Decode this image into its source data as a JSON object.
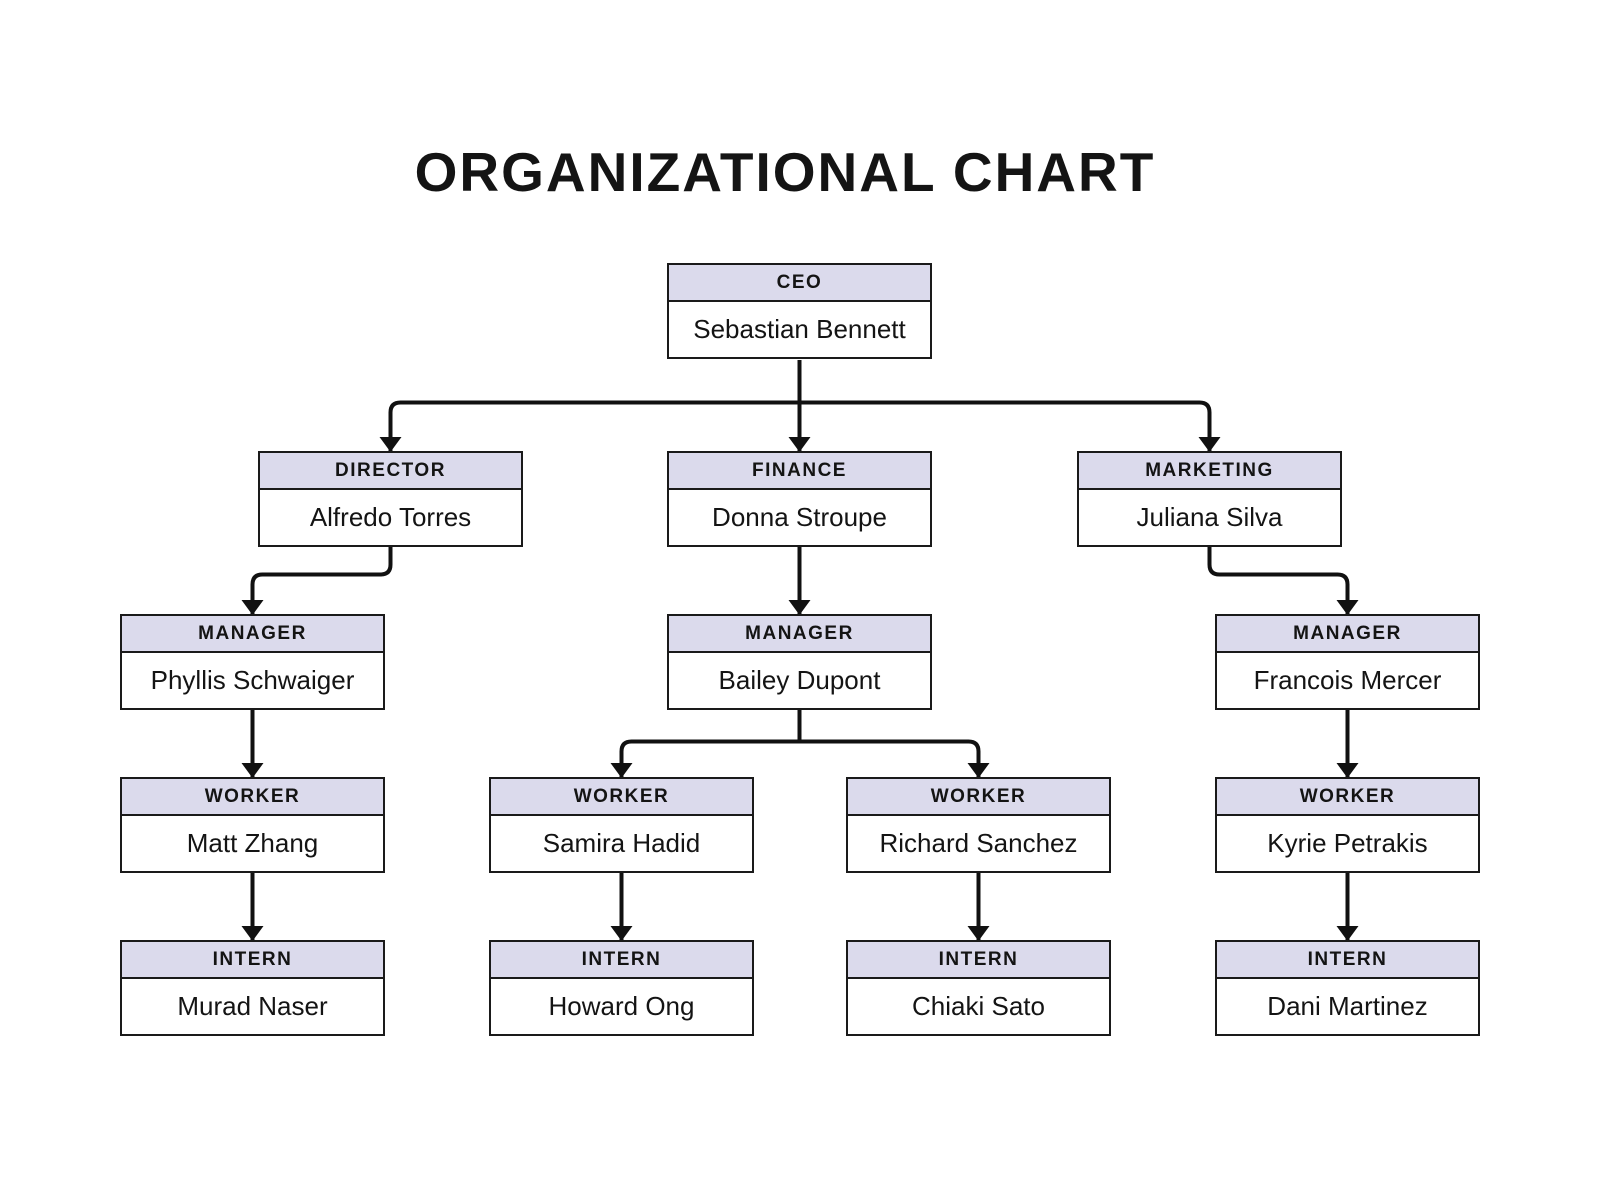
{
  "title": "ORGANIZATIONAL CHART",
  "colors": {
    "header_fill": "#dbdaec",
    "border": "#1a1a1a",
    "connector": "#111111",
    "text": "#141414",
    "background": "#ffffff"
  },
  "nodes": [
    {
      "id": "ceo",
      "role": "CEO",
      "name": "Sebastian Bennett",
      "reports_to": null
    },
    {
      "id": "director",
      "role": "DIRECTOR",
      "name": "Alfredo Torres",
      "reports_to": "ceo"
    },
    {
      "id": "finance",
      "role": "FINANCE",
      "name": "Donna Stroupe",
      "reports_to": "ceo"
    },
    {
      "id": "marketing",
      "role": "MARKETING",
      "name": "Juliana Silva",
      "reports_to": "ceo"
    },
    {
      "id": "manager-director",
      "role": "MANAGER",
      "name": "Phyllis Schwaiger",
      "reports_to": "director"
    },
    {
      "id": "manager-finance",
      "role": "MANAGER",
      "name": "Bailey Dupont",
      "reports_to": "finance"
    },
    {
      "id": "manager-marketing",
      "role": "MANAGER",
      "name": "Francois Mercer",
      "reports_to": "marketing"
    },
    {
      "id": "worker-1",
      "role": "WORKER",
      "name": "Matt Zhang",
      "reports_to": "manager-director"
    },
    {
      "id": "worker-2",
      "role": "WORKER",
      "name": "Samira Hadid",
      "reports_to": "manager-finance"
    },
    {
      "id": "worker-3",
      "role": "WORKER",
      "name": "Richard Sanchez",
      "reports_to": "manager-finance"
    },
    {
      "id": "worker-4",
      "role": "WORKER",
      "name": "Kyrie Petrakis",
      "reports_to": "manager-marketing"
    },
    {
      "id": "intern-1",
      "role": "INTERN",
      "name": "Murad Naser",
      "reports_to": "worker-1"
    },
    {
      "id": "intern-2",
      "role": "INTERN",
      "name": "Howard Ong",
      "reports_to": "worker-2"
    },
    {
      "id": "intern-3",
      "role": "INTERN",
      "name": "Chiaki Sato",
      "reports_to": "worker-3"
    },
    {
      "id": "intern-4",
      "role": "INTERN",
      "name": "Dani Martinez",
      "reports_to": "worker-4"
    }
  ]
}
